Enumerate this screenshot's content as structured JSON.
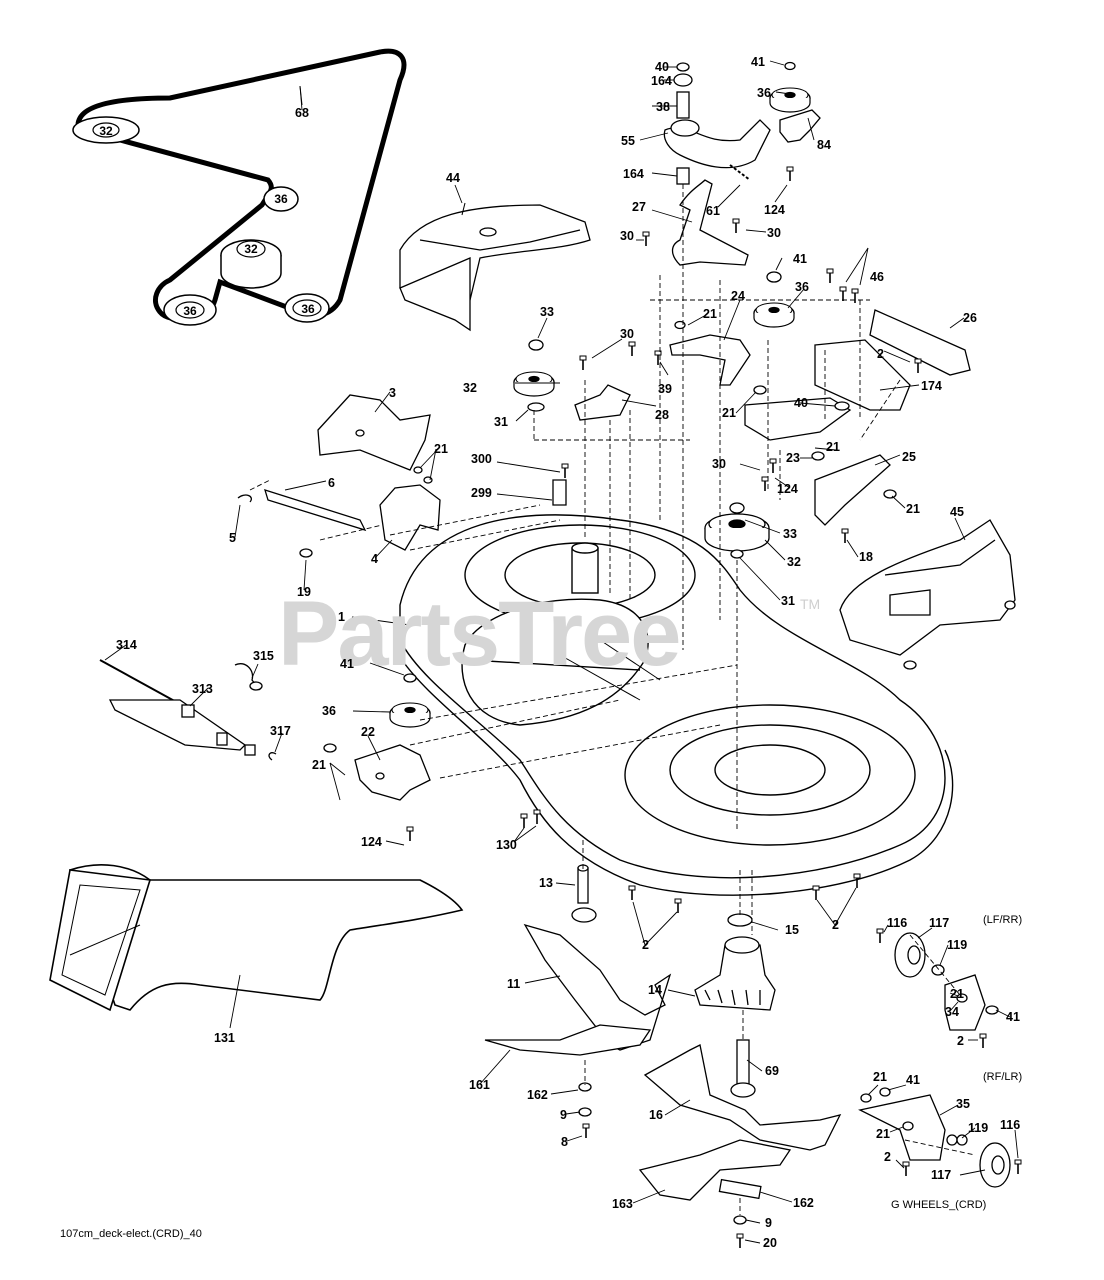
{
  "watermark": "PartsTree",
  "watermark_tm": "TM",
  "footer_code": "107cm_deck-elect.(CRD)_40",
  "wheel_notes": {
    "front": "(LF/RR)",
    "rear": "(RF/LR)",
    "group": "G WHEELS_(CRD)"
  },
  "belt_diagram": {
    "belt_label": "68",
    "pulleys": [
      "32",
      "36",
      "32",
      "36",
      "36"
    ]
  },
  "part_labels": [
    "40",
    "164",
    "38",
    "55",
    "164",
    "27",
    "61",
    "30",
    "30",
    "124",
    "41",
    "36",
    "84",
    "44",
    "68",
    "33",
    "30",
    "32",
    "31",
    "39",
    "28",
    "21",
    "24",
    "41",
    "36",
    "46",
    "26",
    "2",
    "174",
    "3",
    "21",
    "6",
    "5",
    "4",
    "19",
    "300",
    "299",
    "40",
    "21",
    "23",
    "21",
    "25",
    "30",
    "124",
    "21",
    "33",
    "32",
    "18",
    "31",
    "45",
    "1",
    "314",
    "315",
    "313",
    "41",
    "36",
    "317",
    "22",
    "21",
    "124",
    "130",
    "13",
    "11",
    "2",
    "15",
    "14",
    "2",
    "116",
    "117",
    "119",
    "21",
    "41",
    "34",
    "2",
    "131",
    "161",
    "162",
    "9",
    "8",
    "69",
    "16",
    "163",
    "162",
    "9",
    "20",
    "21",
    "41",
    "35",
    "21",
    "119",
    "116",
    "2",
    "117"
  ],
  "icons": {
    "pulley": "pulley-icon",
    "bolt": "bolt-icon",
    "wheel": "wheel-icon",
    "blade": "blade-icon",
    "spindle": "spindle-icon"
  }
}
